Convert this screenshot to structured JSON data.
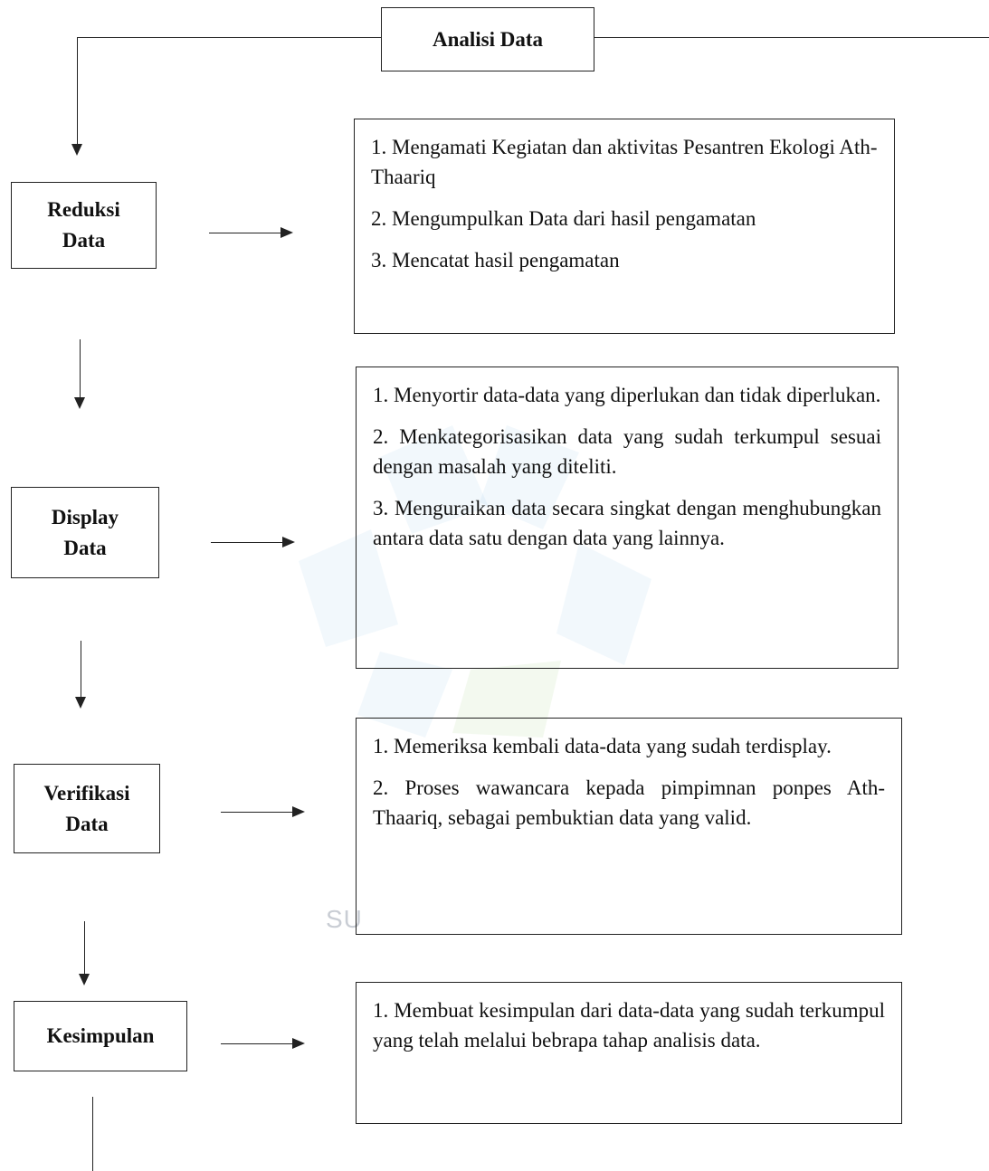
{
  "header": {
    "title": "Analisi Data"
  },
  "stages": [
    {
      "label_line1": "Reduksi",
      "label_line2": "Data",
      "steps": [
        "1. Mengamati Kegiatan dan aktivitas Pesantren Ekologi Ath-Thaariq",
        "2. Mengumpulkan Data dari hasil pengamatan",
        "3. Mencatat hasil pengamatan"
      ]
    },
    {
      "label_line1": "Display",
      "label_line2": "Data",
      "steps": [
        "1. Menyortir data-data yang diperlukan dan tidak diperlukan.",
        "2. Menkategorisasikan data yang sudah terkumpul sesuai dengan masalah yang diteliti.",
        "3. Menguraikan data secara singkat dengan menghubungkan antara data satu dengan data yang lainnya."
      ]
    },
    {
      "label_line1": "Verifikasi",
      "label_line2": "Data",
      "steps": [
        "1. Memeriksa kembali data-data yang sudah terdisplay.",
        "2. Proses wawancara kepada pimpimnan ponpes Ath-Thaariq, sebagai pembuktian data yang valid."
      ]
    },
    {
      "label_line1": "Kesimpulan",
      "label_line2": "",
      "steps": [
        "1. Membuat kesimpulan dari data-data yang sudah terkumpul yang telah melalui bebrapa tahap analisis data."
      ]
    }
  ],
  "watermark": {
    "text": "SU"
  },
  "colors": {
    "line": "#222222",
    "watermark_blue": "#7fb6e0",
    "watermark_green": "#a9d18e"
  }
}
